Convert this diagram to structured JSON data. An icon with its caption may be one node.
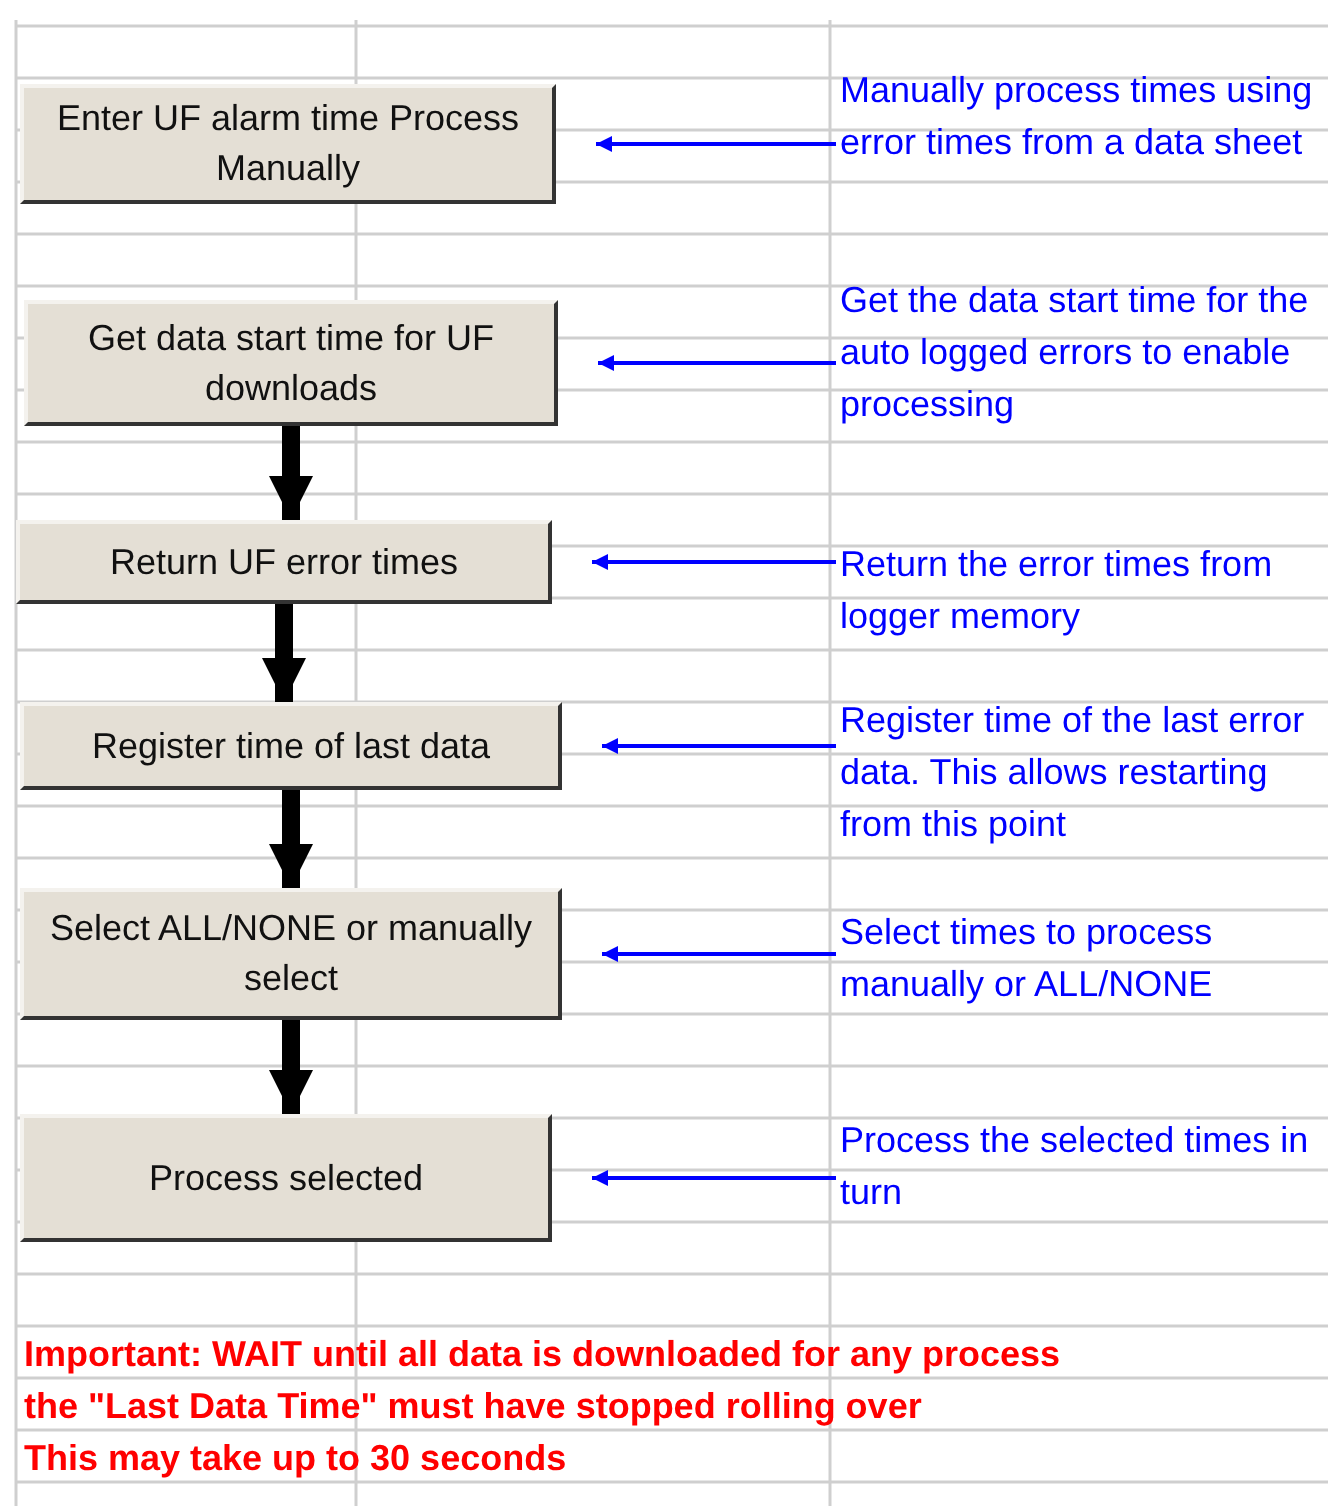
{
  "diagram": {
    "nodes": [
      {
        "text": [
          "Enter UF alarm time Process Manually"
        ]
      },
      {
        "text": [
          "Get data start time for UF downloads"
        ]
      },
      {
        "text": [
          "Return UF error times"
        ]
      },
      {
        "text": [
          "Register time of last data"
        ]
      },
      {
        "text": [
          "Select ALL/NONE or manually select"
        ]
      },
      {
        "text": [
          "Process selected"
        ]
      },
      {
        "text": [
          "Manually process times using error times from a data sheet"
        ]
      },
      {
        "text": [
          "Get the data start time for the auto logged errors to enable processing"
        ]
      },
      {
        "text": [
          "Return the error times from logger memory"
        ]
      },
      {
        "text": [
          "Register time of the last error data. This allows restarting from this point"
        ]
      },
      {
        "text": [
          "Select times to process manually or ALL/NONE"
        ]
      },
      {
        "text": [
          "Process the selected times in turn"
        ]
      }
    ],
    "edges": [
      {
        "from": 1,
        "to": 2,
        "arrow": "to",
        "style": "thick",
        "color": "#000000"
      },
      {
        "from": 2,
        "to": 3,
        "arrow": "to",
        "style": "thick",
        "color": "#000000"
      },
      {
        "from": 3,
        "to": 4,
        "arrow": "to",
        "style": "thick",
        "color": "#000000"
      },
      {
        "from": 4,
        "to": 5,
        "arrow": "to",
        "style": "thick",
        "color": "#000000"
      },
      {
        "from": 6,
        "to": 0,
        "arrow": "to"
      },
      {
        "from": 7,
        "to": 1,
        "arrow": "to"
      },
      {
        "from": 8,
        "to": 2,
        "arrow": "to"
      },
      {
        "from": 9,
        "to": 3,
        "arrow": "to"
      },
      {
        "from": 10,
        "to": 4,
        "arrow": "to"
      },
      {
        "from": 11,
        "to": 5,
        "arrow": "to"
      }
    ],
    "labels": [
      "Important: WAIT until all data is downloaded for any process",
      "the \"Last Data Time\" must have stopped rolling over",
      "This may take up to 30 seconds"
    ]
  }
}
